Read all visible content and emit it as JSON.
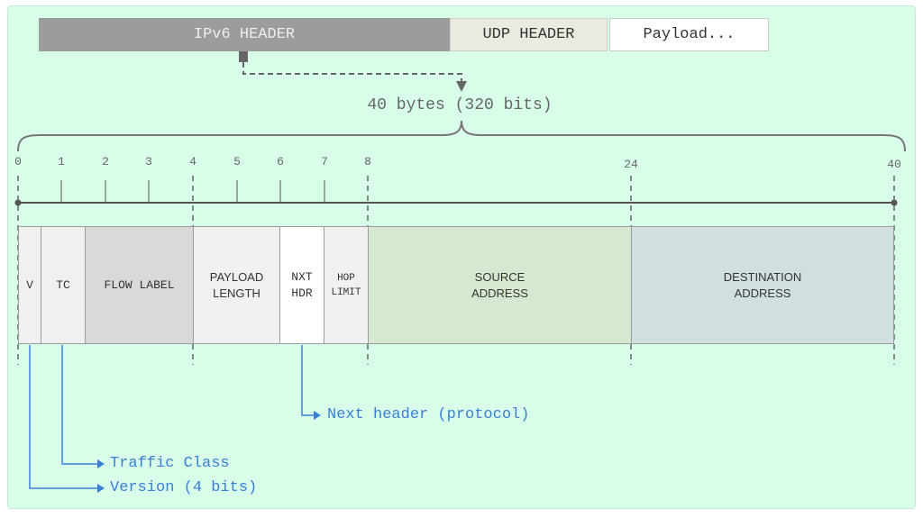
{
  "top_bar": {
    "ipv6_header": "IPv6 HEADER",
    "udp_header": "UDP HEADER",
    "payload": "Payload..."
  },
  "size_label": "40 bytes (320 bits)",
  "ruler": {
    "ticks": [
      "0",
      "1",
      "2",
      "3",
      "4",
      "5",
      "6",
      "7",
      "8",
      "24",
      "40"
    ]
  },
  "fields": {
    "version": "V",
    "traffic_class": "TC",
    "flow_label": "FLOW LABEL",
    "payload_length": "PAYLOAD\nLENGTH",
    "next_header": "NXT\nHDR",
    "hop_limit": "HOP\nLIMIT",
    "source_address": "SOURCE\nADDRESS",
    "destination_address": "DESTINATION\nADDRESS"
  },
  "callouts": {
    "next_header": "Next header (protocol)",
    "traffic_class": "Traffic Class",
    "version": "Version (4 bits)"
  },
  "colors": {
    "panel_bg": "#d8fde9",
    "accent_blue": "#3a7fd6",
    "ipv6_bar": "#9c9c9c",
    "flow_label_fill": "#d9d9d9",
    "source_fill": "#d6e8d0",
    "destination_fill": "#d1dfe0"
  }
}
